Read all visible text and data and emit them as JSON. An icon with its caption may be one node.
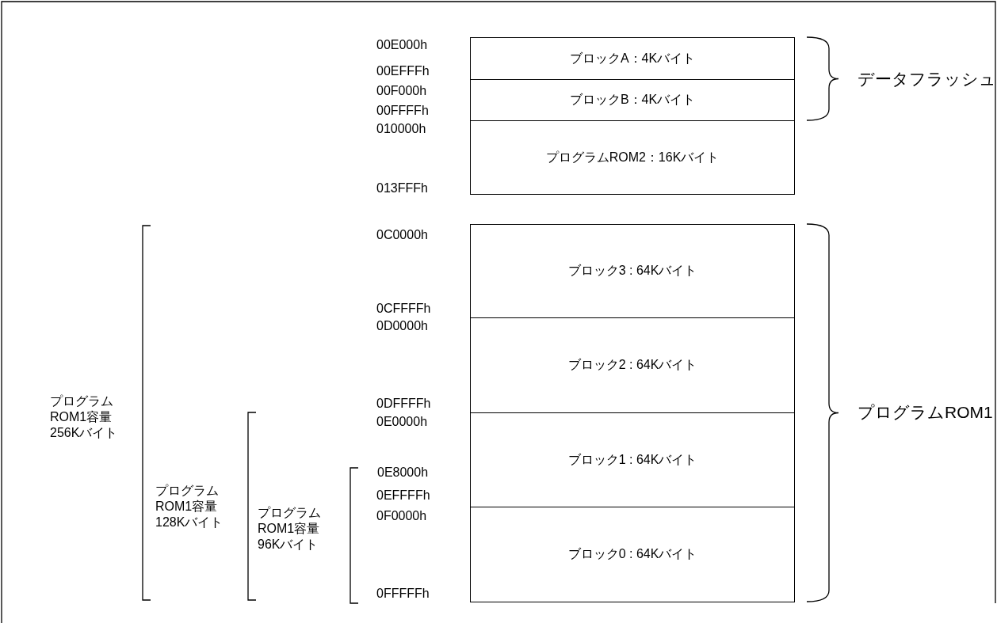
{
  "diagram": {
    "nodes": [
      {
        "text": [
          "ブロックA：4Kバイト"
        ]
      },
      {
        "text": [
          "ブロックB：4Kバイト"
        ]
      },
      {
        "text": [
          "プログラムROM2：16Kバイト"
        ]
      },
      {
        "text": [
          "ブロック3 : 64Kバイト"
        ]
      },
      {
        "text": [
          "ブロック2 : 64Kバイト"
        ]
      },
      {
        "text": [
          "ブロック1 : 64Kバイト"
        ]
      },
      {
        "text": [
          "ブロック0 : 64Kバイト"
        ]
      }
    ],
    "labels": [
      "00E000h",
      "00EFFFh",
      "00F000h",
      "00FFFFh",
      "010000h",
      "013FFFh",
      "データフラッシュ",
      "0C0000h",
      "0CFFFFh",
      "0D0000h",
      "0DFFFFh",
      "0E0000h",
      "0E8000h",
      "0EFFFFh",
      "0F0000h",
      "0FFFFFh",
      "プログラムROM1",
      "プログラム ROM1容量 256Kバイト",
      "プログラム ROM1容量 128Kバイト",
      "プログラム ROM1容量 96Kバイト"
    ]
  }
}
